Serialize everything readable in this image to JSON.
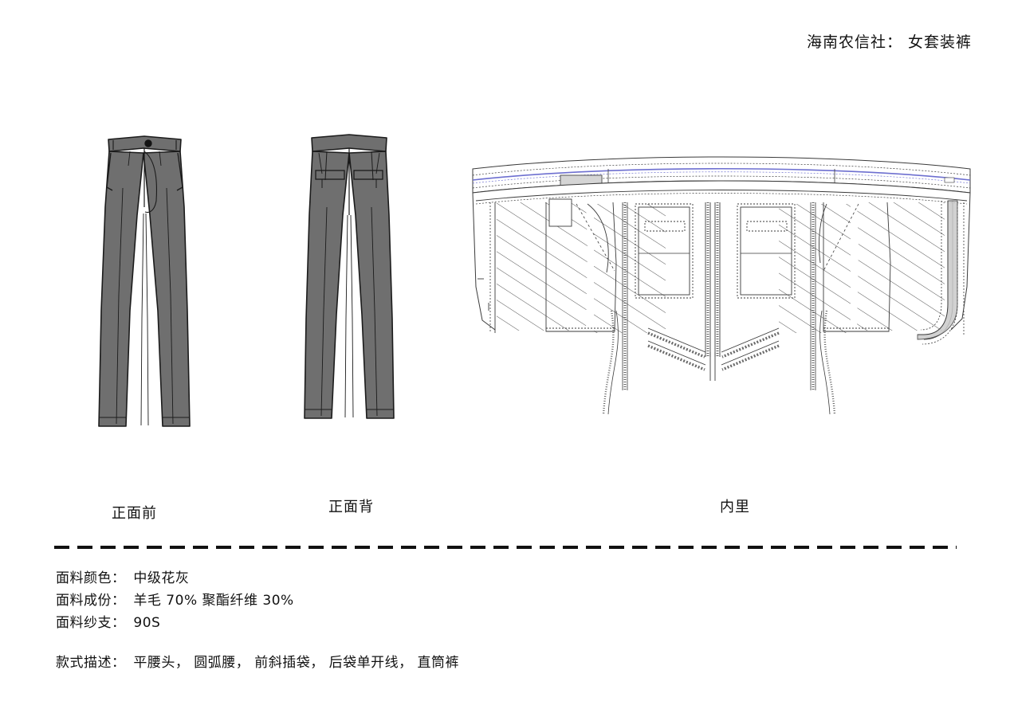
{
  "header": {
    "title": "海南农信社： 女套装裤"
  },
  "figures": {
    "front": {
      "caption": "正面前",
      "fabric_color": "#6f6f6f",
      "outline_color": "#1b1b1b"
    },
    "back": {
      "caption": "正面背",
      "fabric_color": "#6f6f6f",
      "outline_color": "#1b1b1b"
    },
    "inner": {
      "caption": "内里",
      "line_color": "#3a3a3a",
      "elastic_color": "#6d6fd0",
      "label_patch_color": "#d5d5d5"
    }
  },
  "specs": [
    {
      "label": "面料颜色：",
      "value": "中级花灰"
    },
    {
      "label": "面料成份：",
      "value": "羊毛 70% 聚酯纤维 30%"
    },
    {
      "label": "面料纱支：",
      "value": "90S"
    }
  ],
  "description": {
    "label": "款式描述：",
    "value": "平腰头， 圆弧腰， 前斜插袋， 后袋单开线， 直筒裤"
  }
}
